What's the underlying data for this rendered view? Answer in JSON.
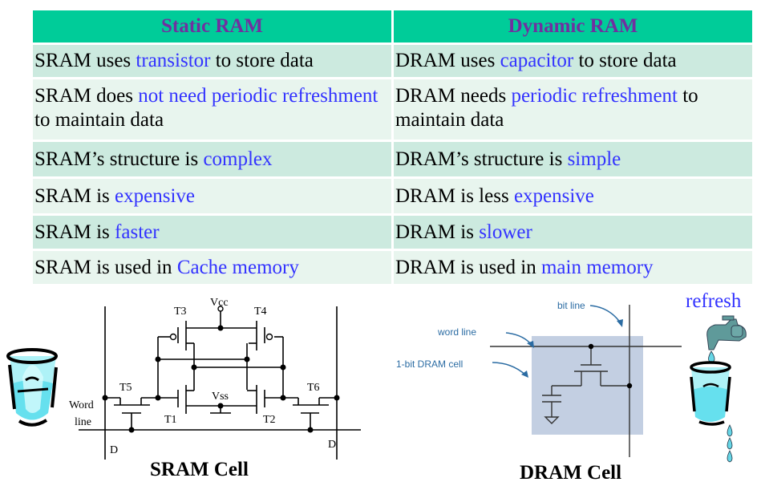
{
  "colors": {
    "header_bg": "#00cc99",
    "header_text": "#7030a0",
    "row_dark": "#cceadf",
    "row_light": "#e8f5ee",
    "highlight": "#3333ff",
    "dram_cell_box": "#c3cfe2",
    "dram_label": "#2b6ca3",
    "water": "#66e6f0"
  },
  "table": {
    "headers": [
      "Static RAM",
      "Dynamic RAM"
    ],
    "rows": [
      {
        "sram": [
          {
            "t": "SRAM uses "
          },
          {
            "t": "transistor",
            "hl": true
          },
          {
            "t": " to store data"
          }
        ],
        "dram": [
          {
            "t": "DRAM uses "
          },
          {
            "t": "capacitor",
            "hl": true
          },
          {
            "t": " to store data"
          }
        ]
      },
      {
        "sram": [
          {
            "t": "SRAM does "
          },
          {
            "t": "not need periodic refreshment",
            "hl": true
          },
          {
            "t": " to maintain data"
          }
        ],
        "dram": [
          {
            "t": "DRAM needs "
          },
          {
            "t": "periodic refreshment",
            "hl": true
          },
          {
            "t": " to maintain data"
          }
        ]
      },
      {
        "sram": [
          {
            "t": "SRAM’s structure is "
          },
          {
            "t": "complex",
            "hl": true
          }
        ],
        "dram": [
          {
            "t": "DRAM’s structure is "
          },
          {
            "t": "simple",
            "hl": true
          }
        ]
      },
      {
        "sram": [
          {
            "t": "SRAM is "
          },
          {
            "t": "expensive",
            "hl": true
          }
        ],
        "dram": [
          {
            "t": "DRAM is less "
          },
          {
            "t": "expensive",
            "hl": true
          }
        ]
      },
      {
        "sram": [
          {
            "t": "SRAM is "
          },
          {
            "t": "faster",
            "hl": true
          }
        ],
        "dram": [
          {
            "t": "DRAM is "
          },
          {
            "t": "slower",
            "hl": true
          }
        ]
      },
      {
        "sram": [
          {
            "t": "SRAM is used in "
          },
          {
            "t": "Cache memory",
            "hl": true
          }
        ],
        "dram": [
          {
            "t": "DRAM is used in "
          },
          {
            "t": "main memory",
            "hl": true
          }
        ]
      }
    ]
  },
  "sram_diagram": {
    "caption": "SRAM Cell",
    "labels": {
      "vcc": "Vcc",
      "vss": "Vss",
      "t1": "T1",
      "t2": "T2",
      "t3": "T3",
      "t4": "T4",
      "t5": "T5",
      "t6": "T6",
      "word": "Word",
      "line": "line",
      "d_left": "D",
      "d_right": "D"
    }
  },
  "dram_diagram": {
    "caption": "DRAM Cell",
    "labels": {
      "bit_line": "bit line",
      "word_line": "word line",
      "cell": "1-bit DRAM cell"
    }
  },
  "refresh_label": "refresh",
  "icons": {
    "left": "water-bucket-icon",
    "right": "faucet-bucket-icon"
  }
}
